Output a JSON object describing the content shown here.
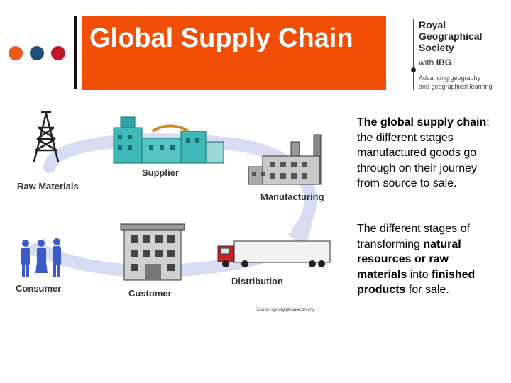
{
  "slide": {
    "title": "Global Supply Chain",
    "colors": {
      "title_bg": "#f04e04",
      "dot_orange": "#e85a1c",
      "dot_blue": "#1f4e79",
      "dot_red": "#c0162b",
      "arrow": "#d8dcf2"
    }
  },
  "logo": {
    "line1": "Royal",
    "line2": "Geographical",
    "line3": "Society",
    "with_text": "with",
    "ibg": "IBG",
    "tag1": "Advancing geography",
    "tag2": "and geographical learning"
  },
  "diagram": {
    "raw_materials": "Raw Materials",
    "supplier": "Supplier",
    "manufacturing": "Manufacturing",
    "distribution": "Distribution",
    "customer": "Customer",
    "consumer": "Consumer",
    "source": "Source: rgs.org/globaleconomy"
  },
  "text": {
    "p1_bold": "The global supply chain",
    "p1_rest": ": the different stages manufactured goods go through on their journey from source to sale.",
    "p2_a": "The different  stages of transforming ",
    "p2_b": "natural resources or raw materials",
    "p2_c": " into ",
    "p2_d": "finished products",
    "p2_e": " for sale."
  }
}
